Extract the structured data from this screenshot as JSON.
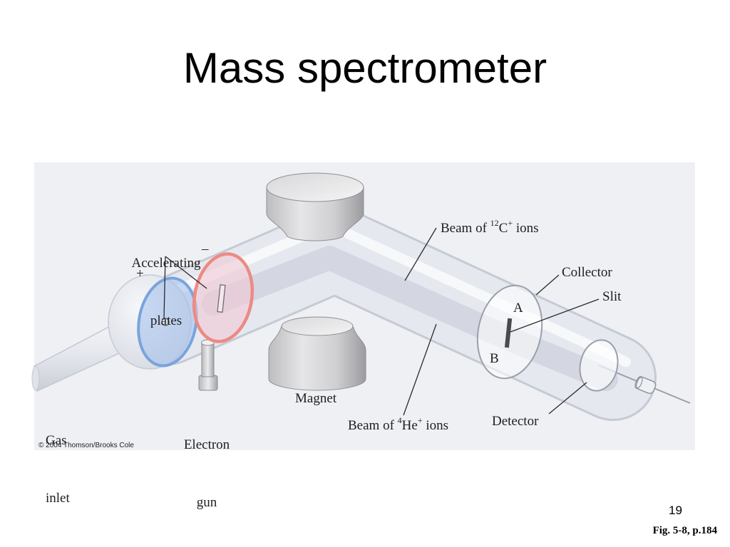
{
  "slide": {
    "title": "Mass spectrometer",
    "page_number": "19",
    "figure_ref": "Fig. 5-8, p.184"
  },
  "diagram": {
    "labels": {
      "accelerating_plates": [
        "Accelerating",
        "plates"
      ],
      "plus": "+",
      "minus": "–",
      "beam_c": {
        "prefix": "Beam of ",
        "mass": "12",
        "element": "C",
        "charge": "+",
        "suffix": " ions"
      },
      "collector": "Collector",
      "slit": "Slit",
      "point_a": "A",
      "point_b": "B",
      "gas_inlet": [
        "Gas",
        "inlet"
      ],
      "electron_gun": [
        "Electron",
        "gun"
      ],
      "magnet": "Magnet",
      "beam_he": {
        "prefix": "Beam of ",
        "mass": "4",
        "element": "He",
        "charge": "+",
        "suffix": " ions"
      },
      "detector": "Detector"
    },
    "copyright": "© 2004 Thomson/Brooks Cole",
    "colors": {
      "positive_plate": "#79a4dc",
      "negative_plate": "#ec8a84",
      "tube_outline": "#c5cad4",
      "tube_fill": "#e5e8ef",
      "background": "#eef0f4"
    }
  }
}
